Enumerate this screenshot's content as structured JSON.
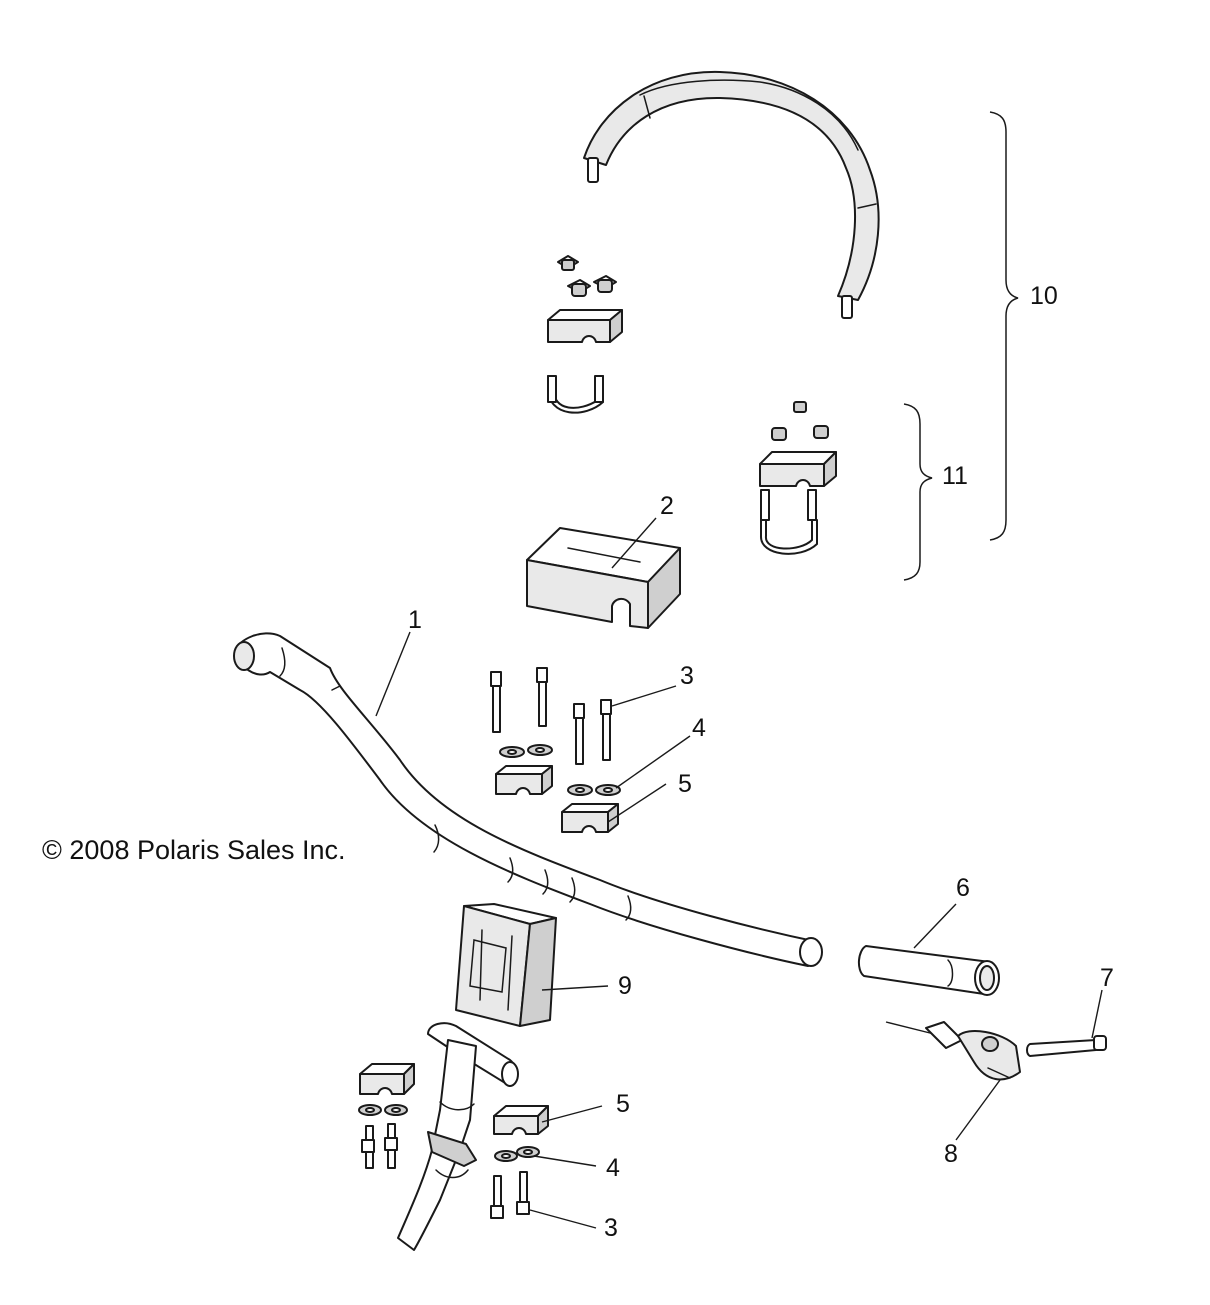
{
  "copyright": "© 2008 Polaris Sales Inc.",
  "callouts": {
    "c1": "1",
    "c2": "2",
    "c3a": "3",
    "c3b": "3",
    "c4a": "4",
    "c4b": "4",
    "c5a": "5",
    "c5b": "5",
    "c6": "6",
    "c7": "7",
    "c8": "8",
    "c9": "9",
    "c10": "10",
    "c11": "11"
  }
}
